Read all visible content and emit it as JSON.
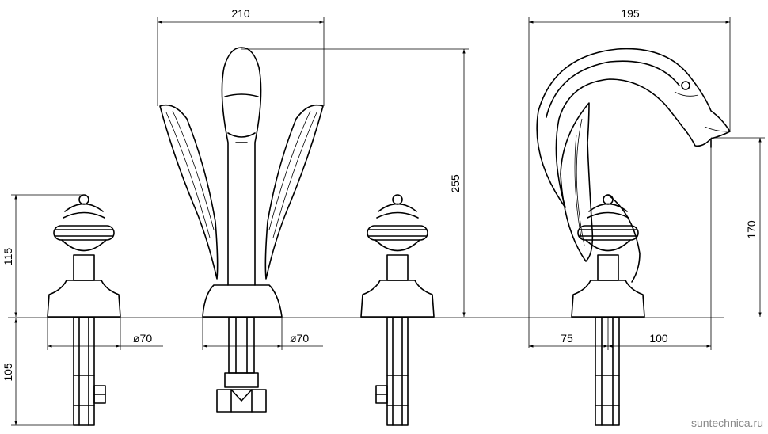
{
  "dimensions": {
    "front_width": "210",
    "total_height": "255",
    "handle_height": "115",
    "below_deck": "105",
    "base_diameter_left": "ø70",
    "base_diameter_right": "ø70",
    "side_width": "195",
    "spout_height": "170",
    "side_left": "75",
    "side_right": "100"
  },
  "watermark": "suntechnica.ru"
}
